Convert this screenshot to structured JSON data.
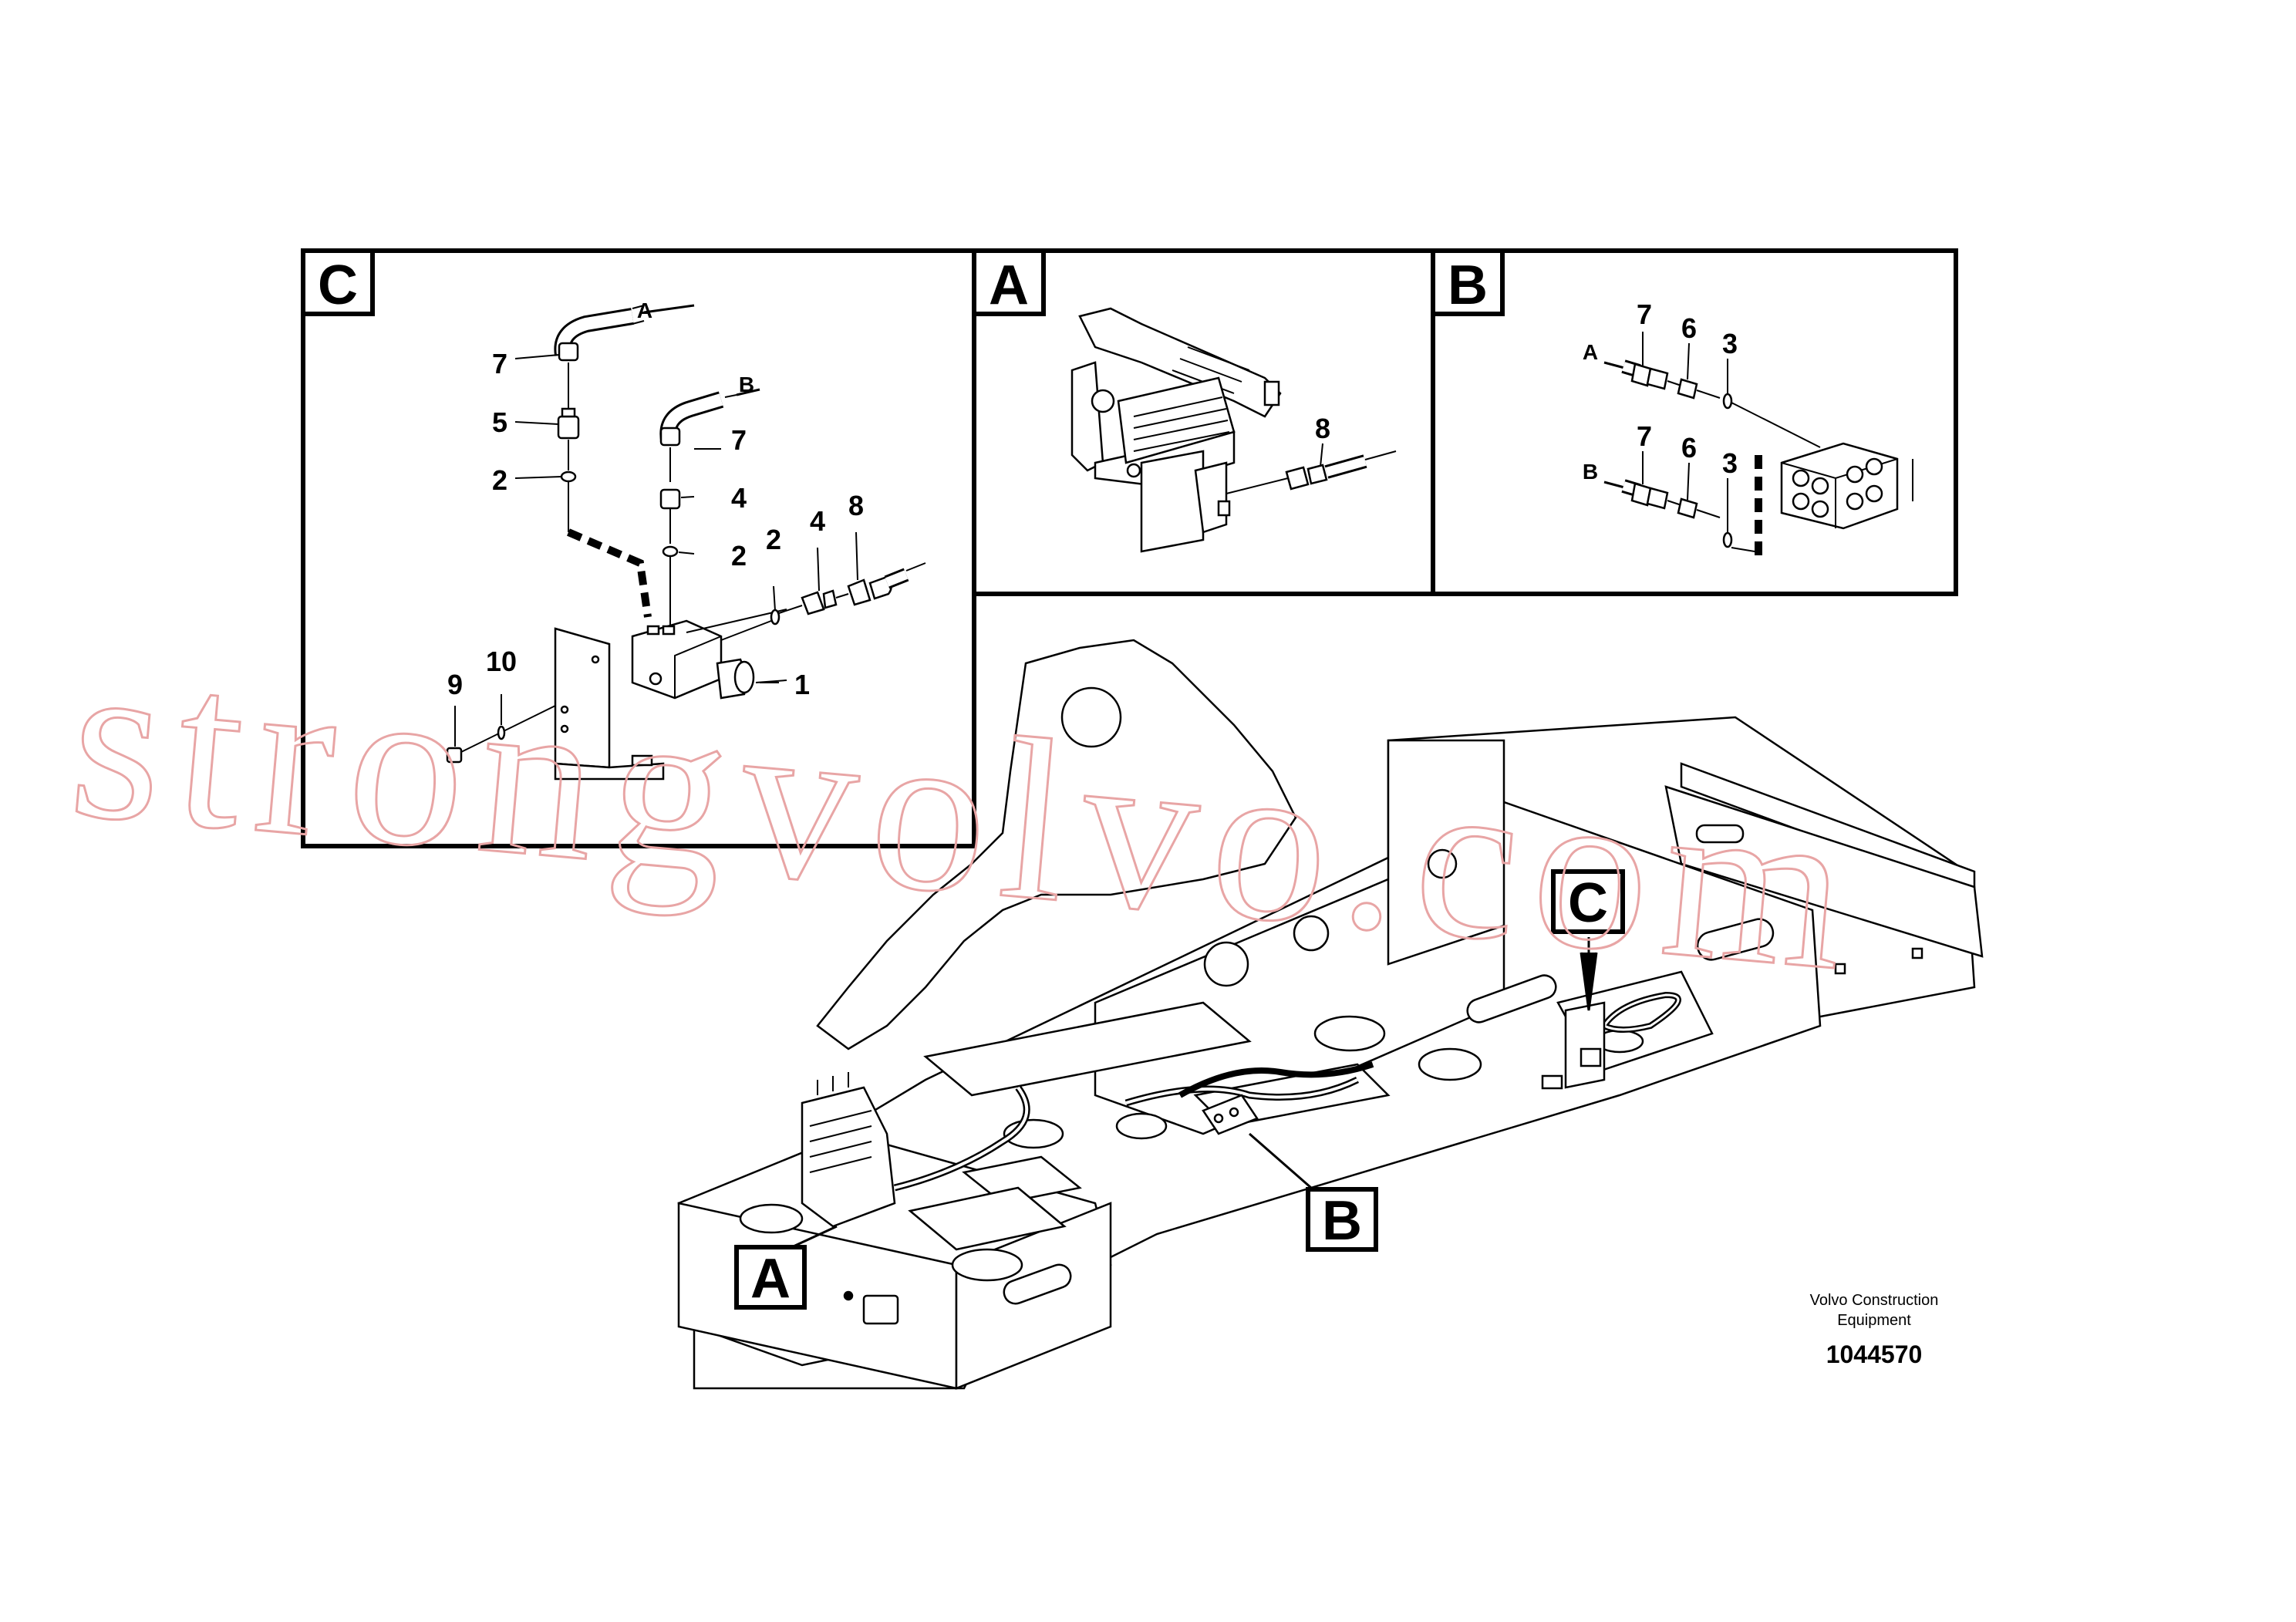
{
  "inset_c": {
    "title": "C",
    "labels": {
      "l7a": "7",
      "l5": "5",
      "l2a": "2",
      "la": "A",
      "lb": "B",
      "l7b": "7",
      "l4a": "4",
      "l2b": "2",
      "l2c": "2",
      "l4b": "4",
      "l8": "8",
      "l10": "10",
      "l9": "9",
      "l1": "1"
    }
  },
  "inset_a": {
    "title": "A",
    "labels": {
      "l8": "8"
    }
  },
  "inset_b": {
    "title": "B",
    "labels": {
      "la": "A",
      "lb": "B",
      "l7a": "7",
      "l6a": "6",
      "l3a": "3",
      "l7b": "7",
      "l6b": "6",
      "l3b": "3"
    }
  },
  "main": {
    "callout_a": "A",
    "callout_b": "B",
    "callout_c": "C"
  },
  "credit": {
    "line1": "Volvo Construction",
    "line2": "Equipment",
    "number": "1044570"
  },
  "watermark": "strongvolvo.com"
}
